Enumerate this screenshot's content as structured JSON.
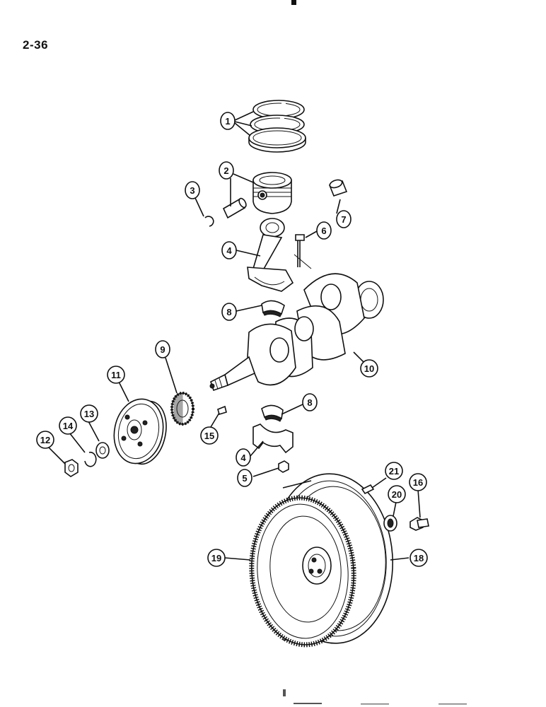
{
  "page": {
    "number": "2-36"
  },
  "callouts": [
    "1",
    "2",
    "3",
    "4",
    "6",
    "7",
    "8",
    "9",
    "10",
    "11",
    "12",
    "13",
    "14",
    "15",
    "8",
    "4",
    "5",
    "21",
    "16",
    "20",
    "19",
    "18"
  ],
  "icons": [
    "piston-rings",
    "piston",
    "piston-pin",
    "snap-ring",
    "connecting-rod",
    "rod-bolt",
    "pin-bushing",
    "bearing-shell",
    "crankshaft",
    "timing-gear",
    "pulley",
    "nut",
    "lock-washer",
    "washer",
    "key",
    "rod-cap",
    "rod-nut",
    "flywheel",
    "dowel",
    "bearing",
    "bolt"
  ]
}
